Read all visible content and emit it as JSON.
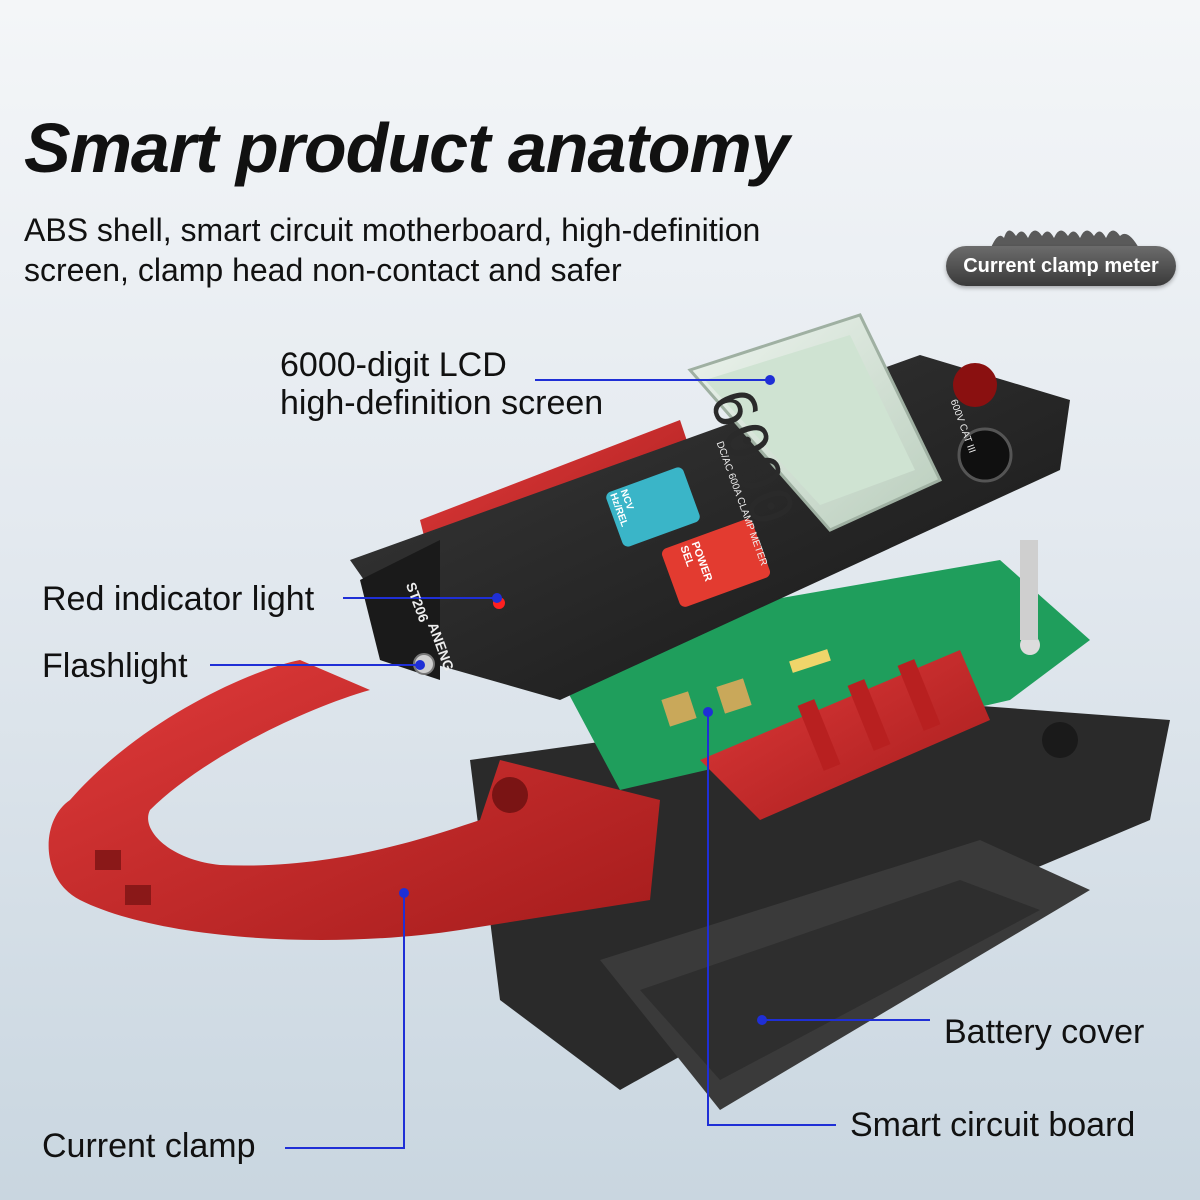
{
  "header": {
    "title": "Smart product anatomy",
    "subtitle_line1": "ABS shell, smart circuit motherboard, high-definition",
    "subtitle_line2": "screen, clamp head non-contact and safer"
  },
  "badge": {
    "label": "Current clamp meter"
  },
  "callouts": {
    "lcd_line1": "6000-digit LCD",
    "lcd_line2": "high-definition screen",
    "red_light": "Red indicator light",
    "flashlight": "Flashlight",
    "current_clamp": "Current clamp",
    "battery_cover": "Battery cover",
    "circuit_board": "Smart circuit board"
  },
  "device": {
    "brand": "ANENG",
    "model": "ST206",
    "lcd_reading": "6000",
    "ncv_button": "NCV\nHz/REL",
    "power_button": "POWER\nSEL",
    "body_label": "DC/AC 600A CLAMP METER",
    "cat_rating": "600V CAT III"
  },
  "colors": {
    "accent_line": "#1f2fd6",
    "clamp_red": "#d42828",
    "body_dark": "#252525",
    "board_green": "#1f9e5c",
    "lcd_green": "#cfe3d2",
    "ncv_teal": "#3ab5c8",
    "power_red": "#e33b30"
  }
}
